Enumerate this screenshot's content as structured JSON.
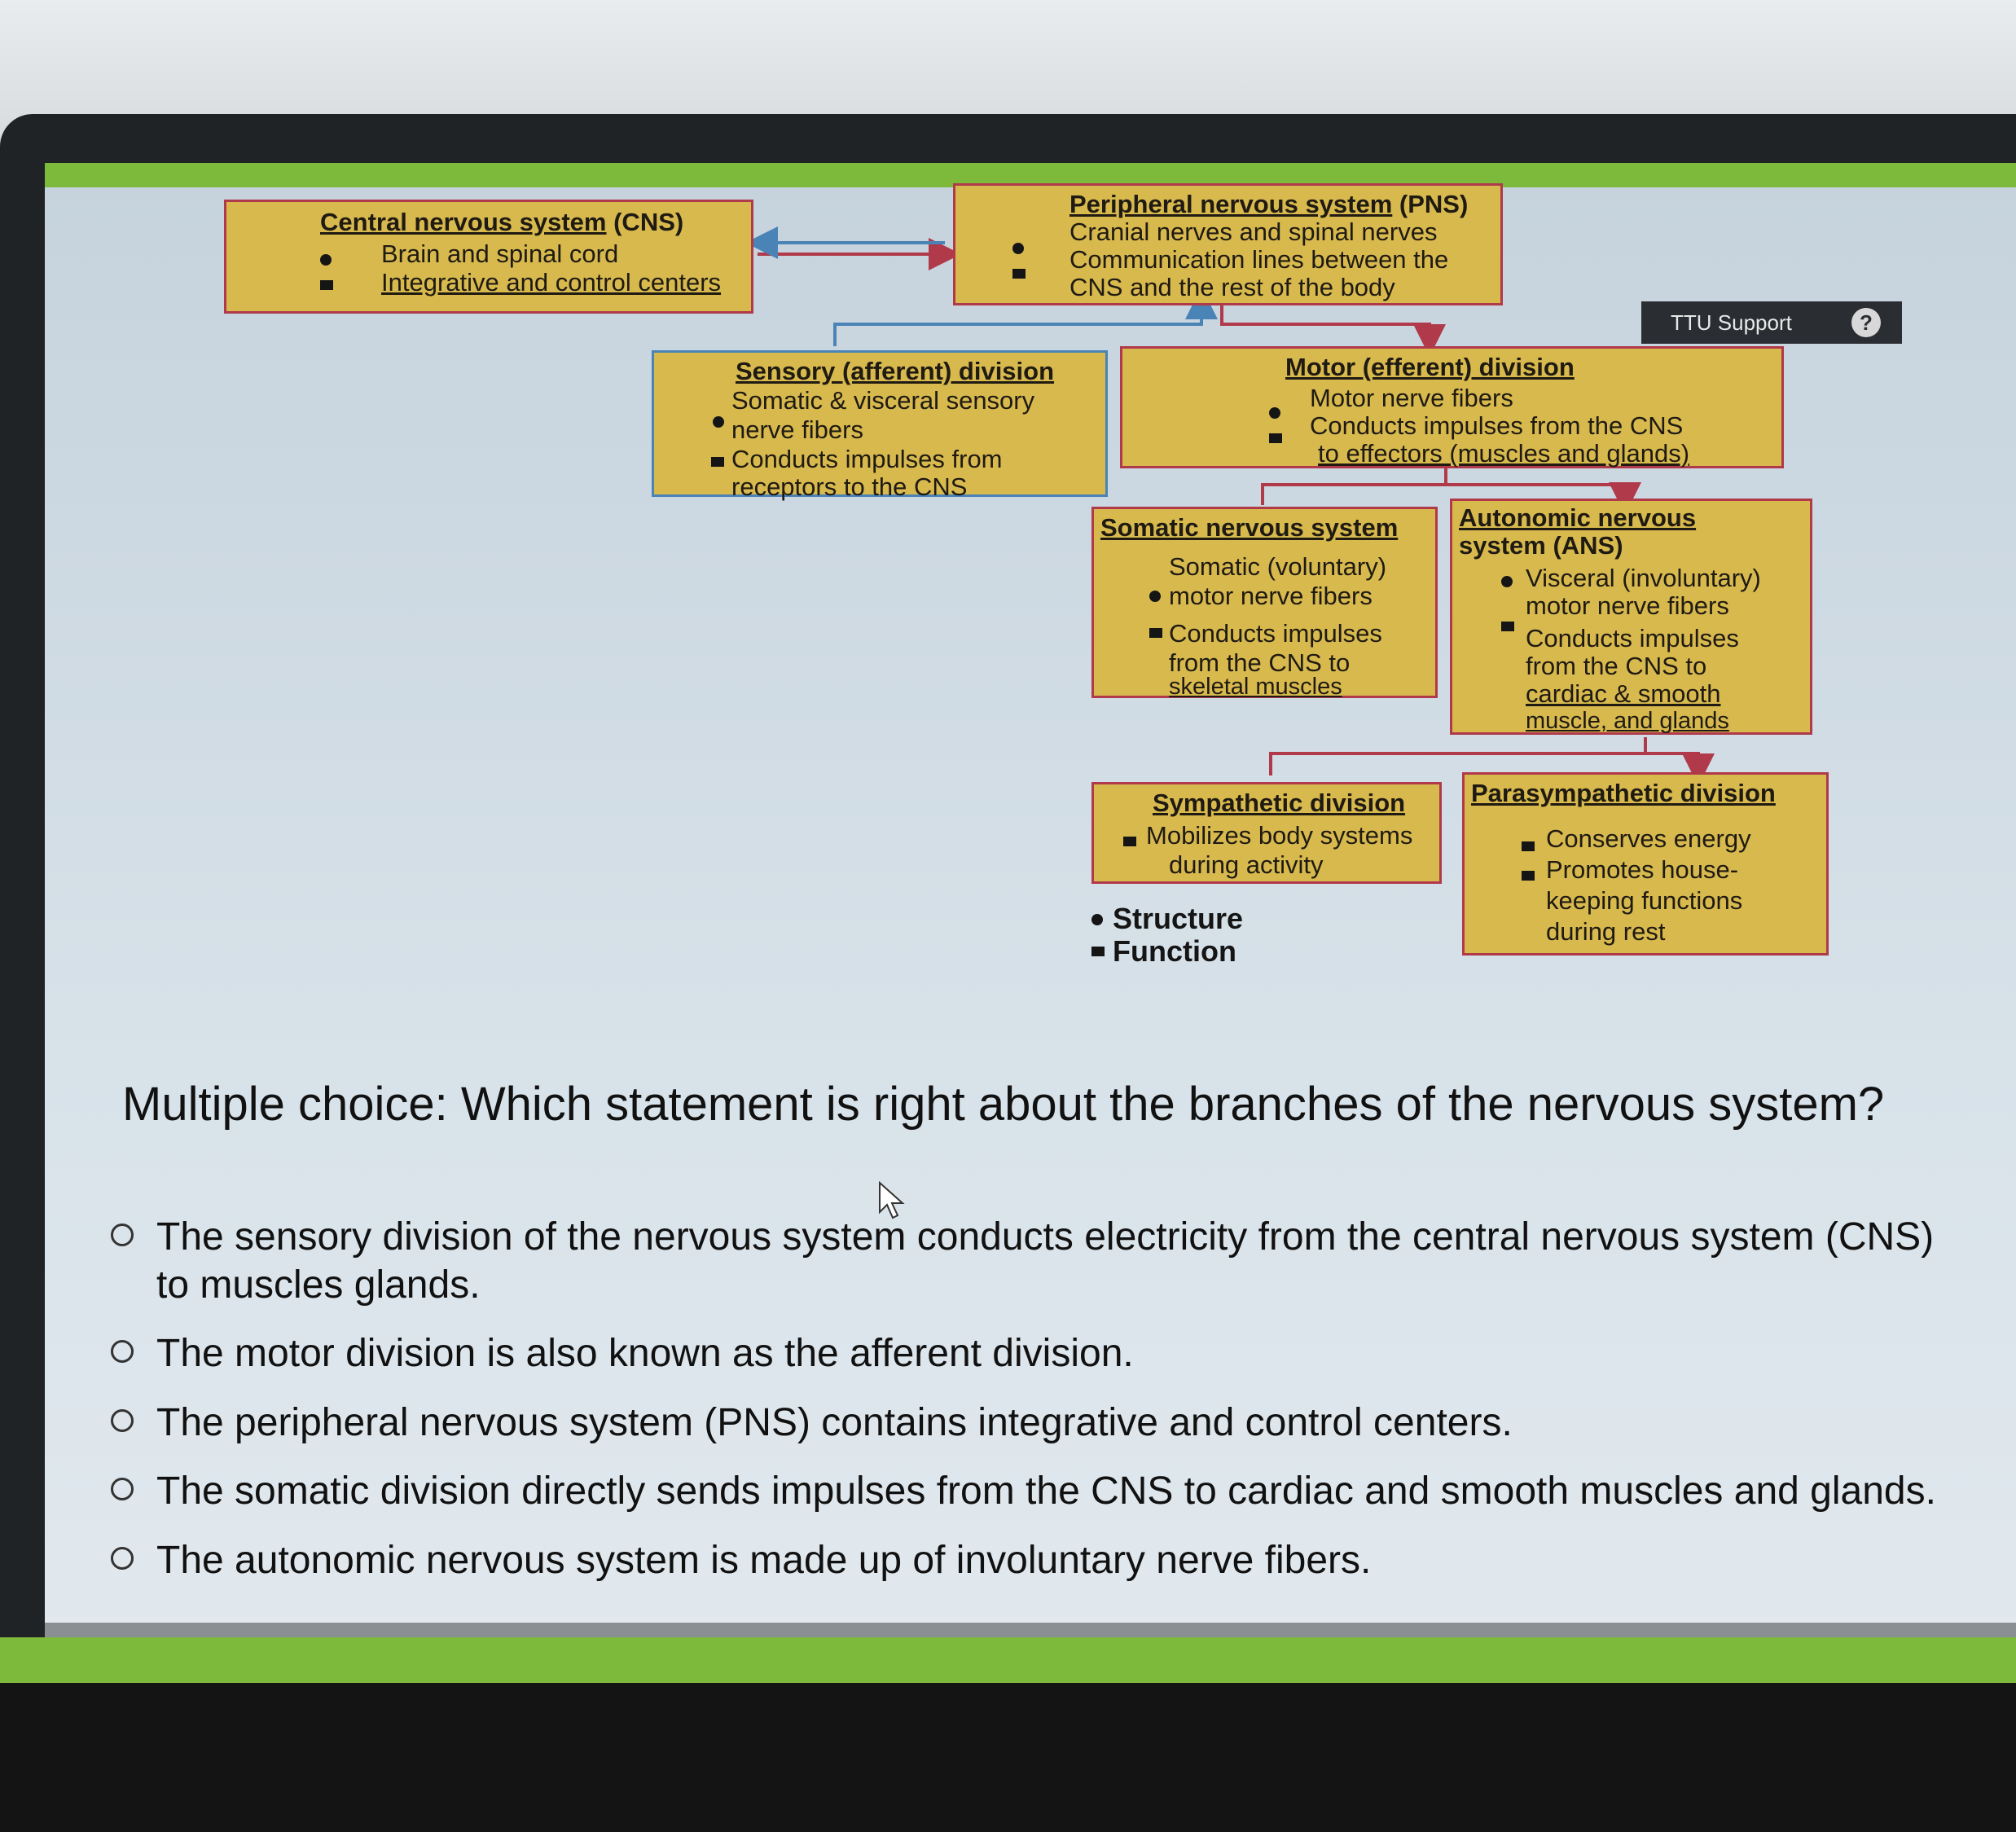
{
  "header": {
    "support_label": "TTU Support",
    "help_symbol": "?"
  },
  "diagram": {
    "cns": {
      "title": "Central nervous system",
      "abbr": "(CNS)",
      "structure": "Brain and spinal cord",
      "function": "Integrative and control centers"
    },
    "pns": {
      "title": "Peripheral nervous system",
      "abbr": "(PNS)",
      "structure": "Cranial nerves and spinal nerves",
      "function_line1": "Communication lines between the",
      "function_line2": "CNS and the rest of the body"
    },
    "sensory": {
      "title": "Sensory (afferent) division",
      "structure_line1": "Somatic & visceral sensory",
      "structure_line2": "nerve fibers",
      "function_line1": "Conducts impulses from",
      "function_line2": "receptors to the CNS"
    },
    "motor": {
      "title": "Motor (efferent) division",
      "structure": "Motor nerve fibers",
      "function_line1": "Conducts impulses from the CNS",
      "function_line2": "to effectors (muscles and glands)"
    },
    "somatic": {
      "title": "Somatic nervous system",
      "structure_line1": "Somatic (voluntary)",
      "structure_line2": "motor nerve fibers",
      "function_line1": "Conducts impulses",
      "function_line2": "from the CNS to",
      "function_line3": "skeletal muscles"
    },
    "autonomic": {
      "title_line1": "Autonomic nervous",
      "title_line2": "system (ANS)",
      "structure_line1": "Visceral (involuntary)",
      "structure_line2": "motor nerve fibers",
      "function_line1": "Conducts impulses",
      "function_line2": "from the CNS to",
      "function_line3": "cardiac & smooth",
      "function_line4": "muscle, and glands"
    },
    "sympathetic": {
      "title": "Sympathetic division",
      "function_line1": "Mobilizes body systems",
      "function_line2": "during activity"
    },
    "parasympathetic": {
      "title": "Parasympathetic division",
      "function1": "Conserves energy",
      "function2_line1": "Promotes house-",
      "function2_line2": "keeping functions",
      "function2_line3": "during rest"
    },
    "legend": {
      "structure": "Structure",
      "function": "Function"
    },
    "colors": {
      "box": "#d7b94e",
      "red_arrow": "#b0394a",
      "blue_arrow": "#4a83b5"
    }
  },
  "question": {
    "text": "Multiple choice: Which statement is right about the branches of the nervous system?",
    "options": [
      "The sensory division of the nervous system conducts electricity from the central nervous system (CNS) to muscles glands.",
      "The motor division is also known as the afferent division.",
      "The peripheral nervous system (PNS) contains integrative and control centers.",
      "The somatic division directly sends impulses from the CNS to cardiac and smooth muscles and glands.",
      "The autonomic nervous system is made up of involuntary nerve fibers."
    ]
  }
}
